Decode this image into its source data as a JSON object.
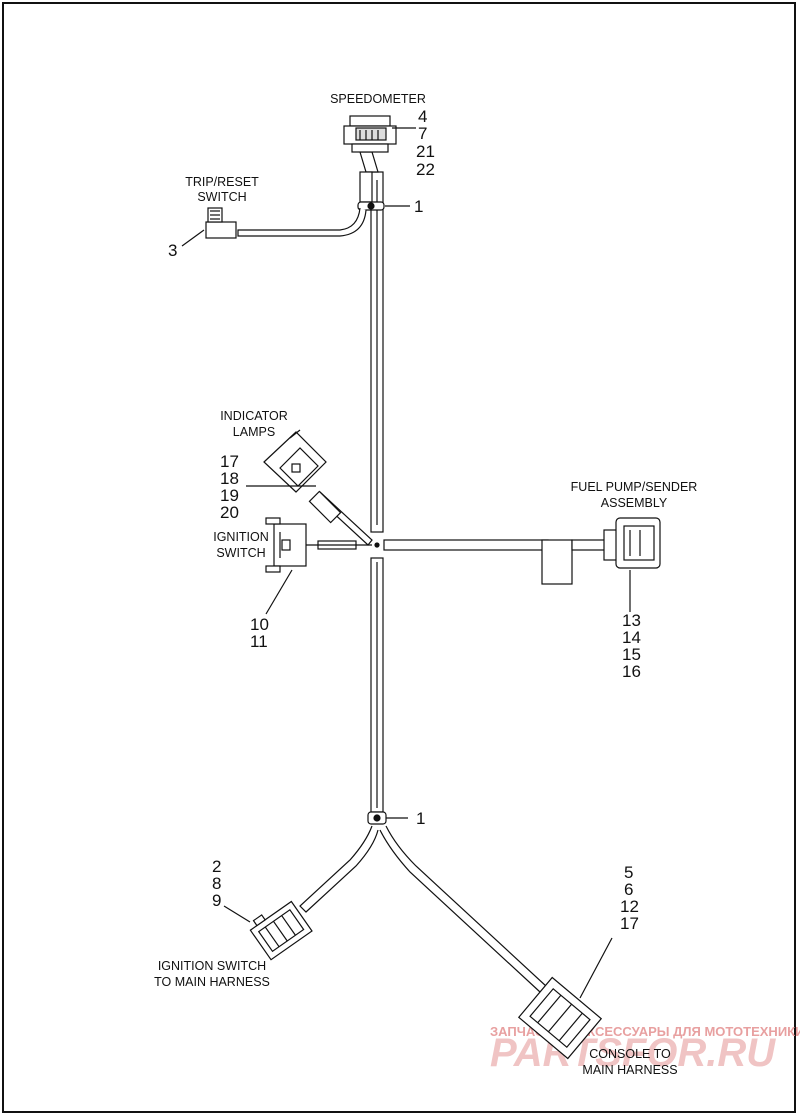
{
  "labels": {
    "speedometer": "SPEEDOMETER",
    "trip_reset": [
      "TRIP/RESET",
      "SWITCH"
    ],
    "indicator_lamps": [
      "INDICATOR",
      "LAMPS"
    ],
    "ignition_switch": [
      "IGNITION",
      "SWITCH"
    ],
    "fuel_pump": [
      "FUEL PUMP/SENDER",
      "ASSEMBLY"
    ],
    "ign_to_main": [
      "IGNITION SWITCH",
      "TO MAIN HARNESS"
    ],
    "console_to_main": [
      "CONSOLE TO",
      "MAIN HARNESS"
    ]
  },
  "callouts": {
    "speedometer": [
      "4",
      "7",
      "21",
      "22"
    ],
    "clip_top": "1",
    "trip_reset": "3",
    "indicator_lamps": [
      "17",
      "18",
      "19",
      "20"
    ],
    "ignition_switch": [
      "10",
      "11"
    ],
    "fuel_pump": [
      "13",
      "14",
      "15",
      "16"
    ],
    "clip_bottom": "1",
    "ign_to_main": [
      "2",
      "8",
      "9"
    ],
    "console_to_main": [
      "5",
      "6",
      "12",
      "17"
    ]
  },
  "watermark": {
    "line1": "ЗАПЧАСТИ И АКСЕССУАРЫ ДЛЯ МОТОТЕХНИКИ",
    "line2": "PARTSFOR.RU"
  }
}
